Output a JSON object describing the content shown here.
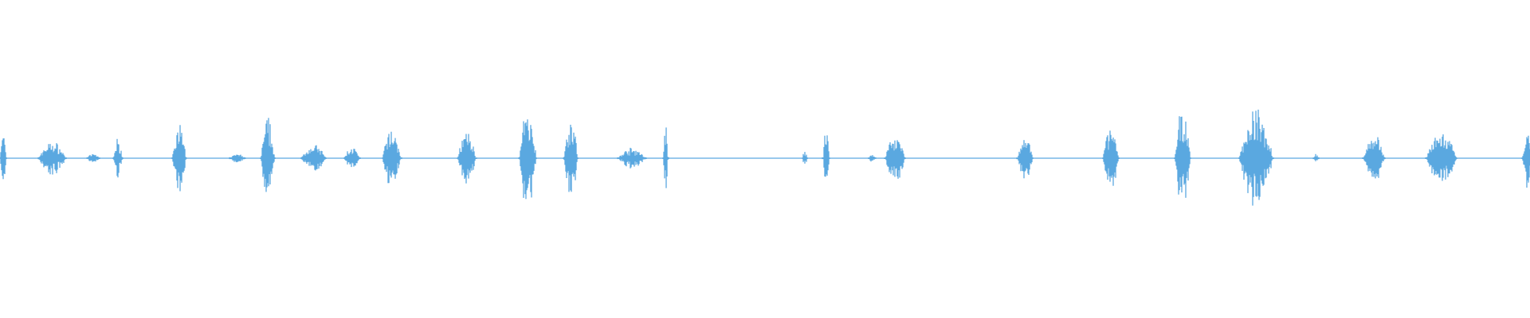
{
  "waveform": {
    "color": "#5aa8e0",
    "background": "#ffffff",
    "bursts": [
      {
        "at": 0.002,
        "amplitude": 0.35,
        "width": 0.004
      },
      {
        "at": 0.034,
        "amplitude": 0.22,
        "width": 0.018
      },
      {
        "at": 0.061,
        "amplitude": 0.06,
        "width": 0.008
      },
      {
        "at": 0.077,
        "amplitude": 0.25,
        "width": 0.006
      },
      {
        "at": 0.117,
        "amplitude": 0.45,
        "width": 0.009
      },
      {
        "at": 0.155,
        "amplitude": 0.06,
        "width": 0.01
      },
      {
        "at": 0.175,
        "amplitude": 0.5,
        "width": 0.009
      },
      {
        "at": 0.205,
        "amplitude": 0.18,
        "width": 0.016
      },
      {
        "at": 0.23,
        "amplitude": 0.15,
        "width": 0.01
      },
      {
        "at": 0.256,
        "amplitude": 0.38,
        "width": 0.012
      },
      {
        "at": 0.305,
        "amplitude": 0.35,
        "width": 0.012
      },
      {
        "at": 0.345,
        "amplitude": 0.65,
        "width": 0.011
      },
      {
        "at": 0.373,
        "amplitude": 0.55,
        "width": 0.009
      },
      {
        "at": 0.413,
        "amplitude": 0.13,
        "width": 0.018
      },
      {
        "at": 0.435,
        "amplitude": 0.45,
        "width": 0.003
      },
      {
        "at": 0.526,
        "amplitude": 0.1,
        "width": 0.003
      },
      {
        "at": 0.54,
        "amplitude": 0.4,
        "width": 0.004
      },
      {
        "at": 0.57,
        "amplitude": 0.06,
        "width": 0.004
      },
      {
        "at": 0.585,
        "amplitude": 0.32,
        "width": 0.013
      },
      {
        "at": 0.67,
        "amplitude": 0.28,
        "width": 0.01
      },
      {
        "at": 0.726,
        "amplitude": 0.42,
        "width": 0.01
      },
      {
        "at": 0.773,
        "amplitude": 0.65,
        "width": 0.01
      },
      {
        "at": 0.821,
        "amplitude": 0.62,
        "width": 0.022
      },
      {
        "at": 0.86,
        "amplitude": 0.06,
        "width": 0.003
      },
      {
        "at": 0.898,
        "amplitude": 0.3,
        "width": 0.014
      },
      {
        "at": 0.942,
        "amplitude": 0.32,
        "width": 0.02
      },
      {
        "at": 0.998,
        "amplitude": 0.38,
        "width": 0.006
      }
    ]
  }
}
